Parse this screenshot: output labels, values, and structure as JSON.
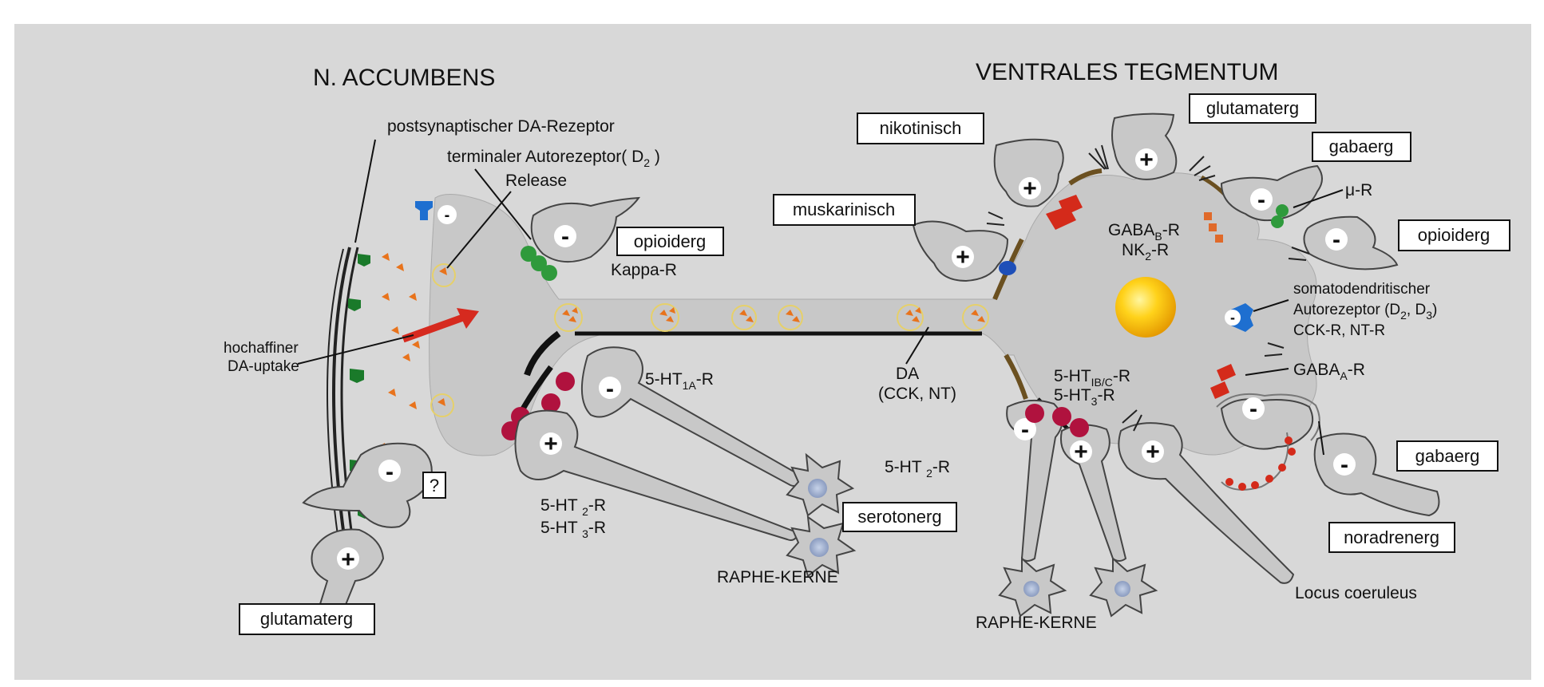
{
  "titles": {
    "left": "N. ACCUMBENS",
    "right": "VENTRALES TEGMENTUM"
  },
  "labels": {
    "postsynaptic_receptor": "postsynaptischer DA-Rezeptor",
    "terminal_autoreceptor": "terminaler Autorezeptor( D",
    "terminal_autoreceptor_sub": "2",
    "terminal_autoreceptor_end": " )",
    "release": "Release",
    "kappa_r": "Kappa-R",
    "uptake_line1": "hochaffiner",
    "uptake_line2": "DA-uptake",
    "ht1a": "5-HT",
    "ht1a_sub": "1A",
    "ht1a_end": "-R",
    "da": "DA",
    "da_cotransmitters": "(CCK, NT)",
    "ht2_ht3_line1": "5-HT ",
    "ht2_sub": "2",
    "ht2_end": "-R",
    "ht3_line": "5-HT ",
    "ht3_sub": "3",
    "ht3_end": "-R",
    "raphe_left": "RAPHE-KERNE",
    "raphe_right": "RAPHE-KERNE",
    "gabab": "GABA",
    "gabab_sub": "B",
    "gabab_end": "-R",
    "nk2": "NK",
    "nk2_sub": "2",
    "nk2_end": "-R",
    "mu_r": "μ-R",
    "somatodendritic_line1": "somatodendritischer",
    "somatodendritic_line2": "Autorezeptor (D",
    "somatodendritic_sub1": "2",
    "somatodendritic_mid": ", D",
    "somatodendritic_sub2": "3",
    "somatodendritic_end": ")",
    "cck_nt": "CCK-R, NT-R",
    "gabaa": "GABA",
    "gabaa_sub": "A",
    "gabaa_end": "-R",
    "ht1bc": "5-HT",
    "ht1bc_sub": "IB/C",
    "ht1bc_end": "-R",
    "ht3_vt": "5-HT",
    "ht3_vt_sub": "3",
    "ht3_vt_end": "-R",
    "ht2_vt": "5-HT ",
    "ht2_vt_sub": "2",
    "ht2_vt_end": "-R",
    "locus": "Locus coeruleus"
  },
  "boxes": {
    "opioiderg_left": "opioiderg",
    "question": "?",
    "glutamaterg_left": "glutamaterg",
    "serotonerg": "serotonerg",
    "nikotinisch": "nikotinisch",
    "muskarinisch": "muskarinisch",
    "glutamaterg_right": "glutamaterg",
    "gabaerg_top": "gabaerg",
    "opioiderg_right": "opioiderg",
    "gabaerg_bottom": "gabaerg",
    "noradrenerg": "noradrenerg"
  },
  "signs": {
    "plus": "+",
    "minus": "-"
  },
  "colors": {
    "neuron": "#c8c8c8",
    "neuron_outline": "#555555",
    "da_receptor_green": "#1a7a2a",
    "serotonin_receptor": "#b0123e",
    "gaba_receptor_red": "#d42a1a",
    "autoreceptor_blue": "#1e6fd0",
    "dopamine_orange": "#e8731c",
    "nucleus_yellow": "#f5c000",
    "uptake_arrow": "#d62a1f",
    "synapse_dark": "#3a2a10"
  }
}
